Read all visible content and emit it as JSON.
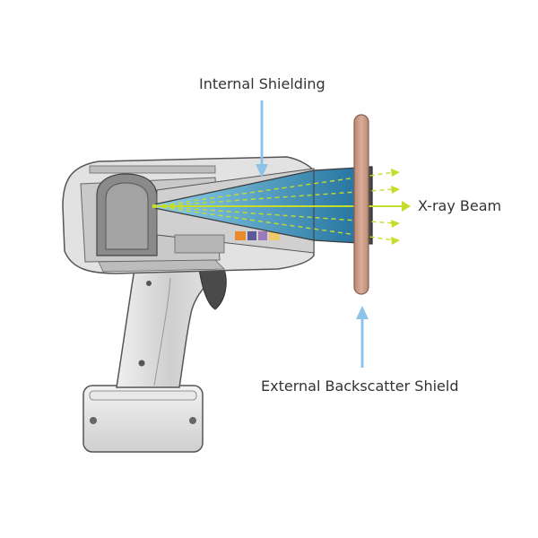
{
  "labels": {
    "internal_shielding": "Internal Shielding",
    "xray_beam": "X-ray Beam",
    "external_backscatter_shield": "External Backscatter Shield"
  },
  "colors": {
    "callout_arrow": "#8cc3e8",
    "beam_blue": "#2f86b4",
    "beam_arrow": "#c6dc2a",
    "shield_wood": "#cfa28d",
    "device_body": "#dddddd",
    "outline": "#555555"
  },
  "icons": {
    "beam_arrow": "arrow-right",
    "callout_arrow": "arrow-pointer"
  }
}
